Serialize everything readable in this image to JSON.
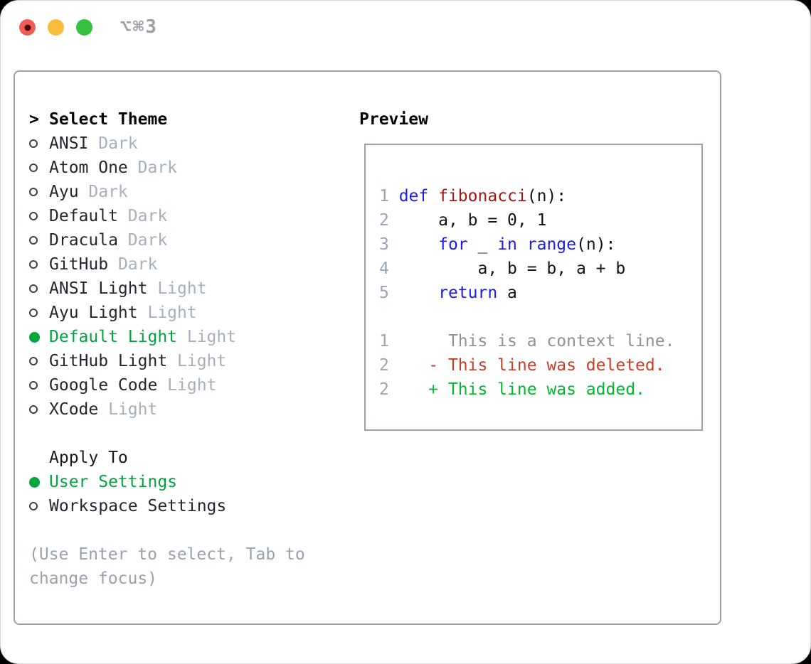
{
  "window": {
    "shortcut_label": "⌥⌘3",
    "traffic_lights": [
      {
        "name": "close",
        "color": "#f25c55",
        "dot_color": "#4a0b07"
      },
      {
        "name": "minimize",
        "color": "#f7bd3b"
      },
      {
        "name": "zoom",
        "color": "#35c03f"
      }
    ]
  },
  "theme_selector": {
    "prompt": ">",
    "title": "Select Theme",
    "items": [
      {
        "name": "ANSI",
        "variant": "Dark",
        "selected": false
      },
      {
        "name": "Atom One",
        "variant": "Dark",
        "selected": false
      },
      {
        "name": "Ayu",
        "variant": "Dark",
        "selected": false
      },
      {
        "name": "Default",
        "variant": "Dark",
        "selected": false
      },
      {
        "name": "Dracula",
        "variant": "Dark",
        "selected": false
      },
      {
        "name": "GitHub",
        "variant": "Dark",
        "selected": false
      },
      {
        "name": "ANSI Light",
        "variant": "Light",
        "selected": false
      },
      {
        "name": "Ayu Light",
        "variant": "Light",
        "selected": false
      },
      {
        "name": "Default Light",
        "variant": "Light",
        "selected": true
      },
      {
        "name": "GitHub Light",
        "variant": "Light",
        "selected": false
      },
      {
        "name": "Google Code",
        "variant": "Light",
        "selected": false
      },
      {
        "name": "XCode",
        "variant": "Light",
        "selected": false
      }
    ]
  },
  "apply_to": {
    "title": "Apply To",
    "options": [
      {
        "name": "User Settings",
        "selected": true
      },
      {
        "name": "Workspace Settings",
        "selected": false
      }
    ]
  },
  "hint": "(Use Enter to select, Tab to change focus)",
  "preview": {
    "title": "Preview",
    "code_lines": [
      {
        "num": "1",
        "tokens": [
          {
            "text": "def",
            "type": "kw"
          },
          {
            "text": " ",
            "type": "plain"
          },
          {
            "text": "fibonacci",
            "type": "fn"
          },
          {
            "text": "(n):",
            "type": "plain"
          }
        ]
      },
      {
        "num": "2",
        "tokens": [
          {
            "text": "    a, b = 0, 1",
            "type": "plain"
          }
        ]
      },
      {
        "num": "3",
        "tokens": [
          {
            "text": "    ",
            "type": "plain"
          },
          {
            "text": "for",
            "type": "kw"
          },
          {
            "text": " _ ",
            "type": "plain"
          },
          {
            "text": "in",
            "type": "kw"
          },
          {
            "text": " ",
            "type": "plain"
          },
          {
            "text": "range",
            "type": "kw"
          },
          {
            "text": "(n):",
            "type": "plain"
          }
        ]
      },
      {
        "num": "4",
        "tokens": [
          {
            "text": "        a, b = b, a + b",
            "type": "plain"
          }
        ]
      },
      {
        "num": "5",
        "tokens": [
          {
            "text": "    ",
            "type": "plain"
          },
          {
            "text": "return",
            "type": "kw"
          },
          {
            "text": " a",
            "type": "plain"
          }
        ]
      }
    ],
    "diff_lines": [
      {
        "num": "1",
        "marker": " ",
        "text": "This is a context line.",
        "kind": "ctx"
      },
      {
        "num": "2",
        "marker": "-",
        "text": "This line was deleted.",
        "kind": "del"
      },
      {
        "num": "2",
        "marker": "+",
        "text": "This line was added.",
        "kind": "add"
      }
    ]
  },
  "colors": {
    "selected_green": "#00a53e",
    "added_green": "#00b82d",
    "deleted_red": "#c83c28",
    "keyword_blue": "#1a1aee",
    "function_red": "#a31515",
    "line_number_gray": "#9aa5b2",
    "variant_gray": "#a6afbc",
    "context_gray": "#8a9199",
    "panel_border_gray": "#9aa2ad"
  }
}
